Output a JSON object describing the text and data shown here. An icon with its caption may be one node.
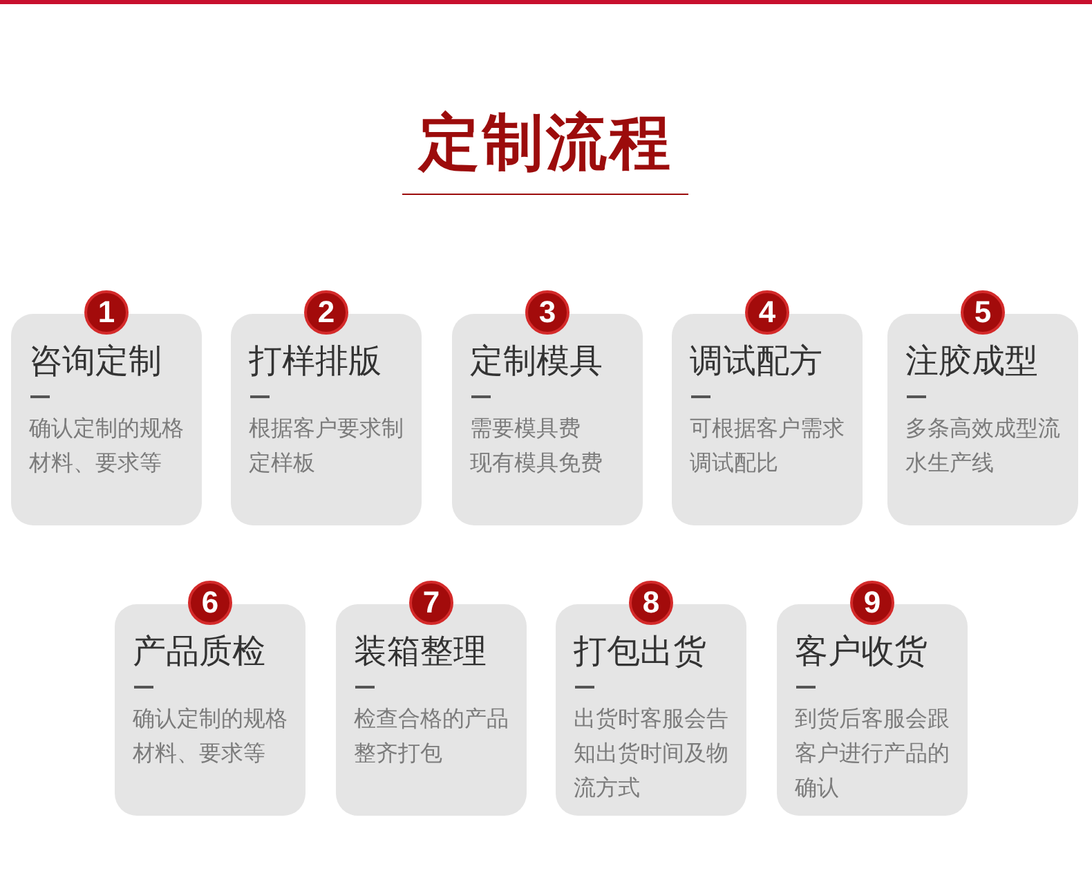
{
  "diagram": {
    "title": "定制流程",
    "nodes": [
      {
        "text": [
          "1",
          "咨询定制",
          "确认定制的规格材料、要求等"
        ]
      },
      {
        "text": [
          "2",
          "打样排版",
          "根据客户要求制定样板"
        ]
      },
      {
        "text": [
          "3",
          "定制模具",
          "需要模具费",
          "现有模具免费"
        ]
      },
      {
        "text": [
          "4",
          "调试配方",
          "可根据客户需求调试配比"
        ]
      },
      {
        "text": [
          "5",
          "注胶成型",
          "多条高效成型流水生产线"
        ]
      },
      {
        "text": [
          "6",
          "产品质检",
          "确认定制的规格材料、要求等"
        ]
      },
      {
        "text": [
          "7",
          "装箱整理",
          "检查合格的产品整齐打包"
        ]
      },
      {
        "text": [
          "8",
          "打包出货",
          "出货时客服会告知出货时间及物流方式"
        ]
      },
      {
        "text": [
          "9",
          "客户收货",
          "到货后客服会跟客户进行产品的确认"
        ]
      }
    ],
    "edges": []
  }
}
